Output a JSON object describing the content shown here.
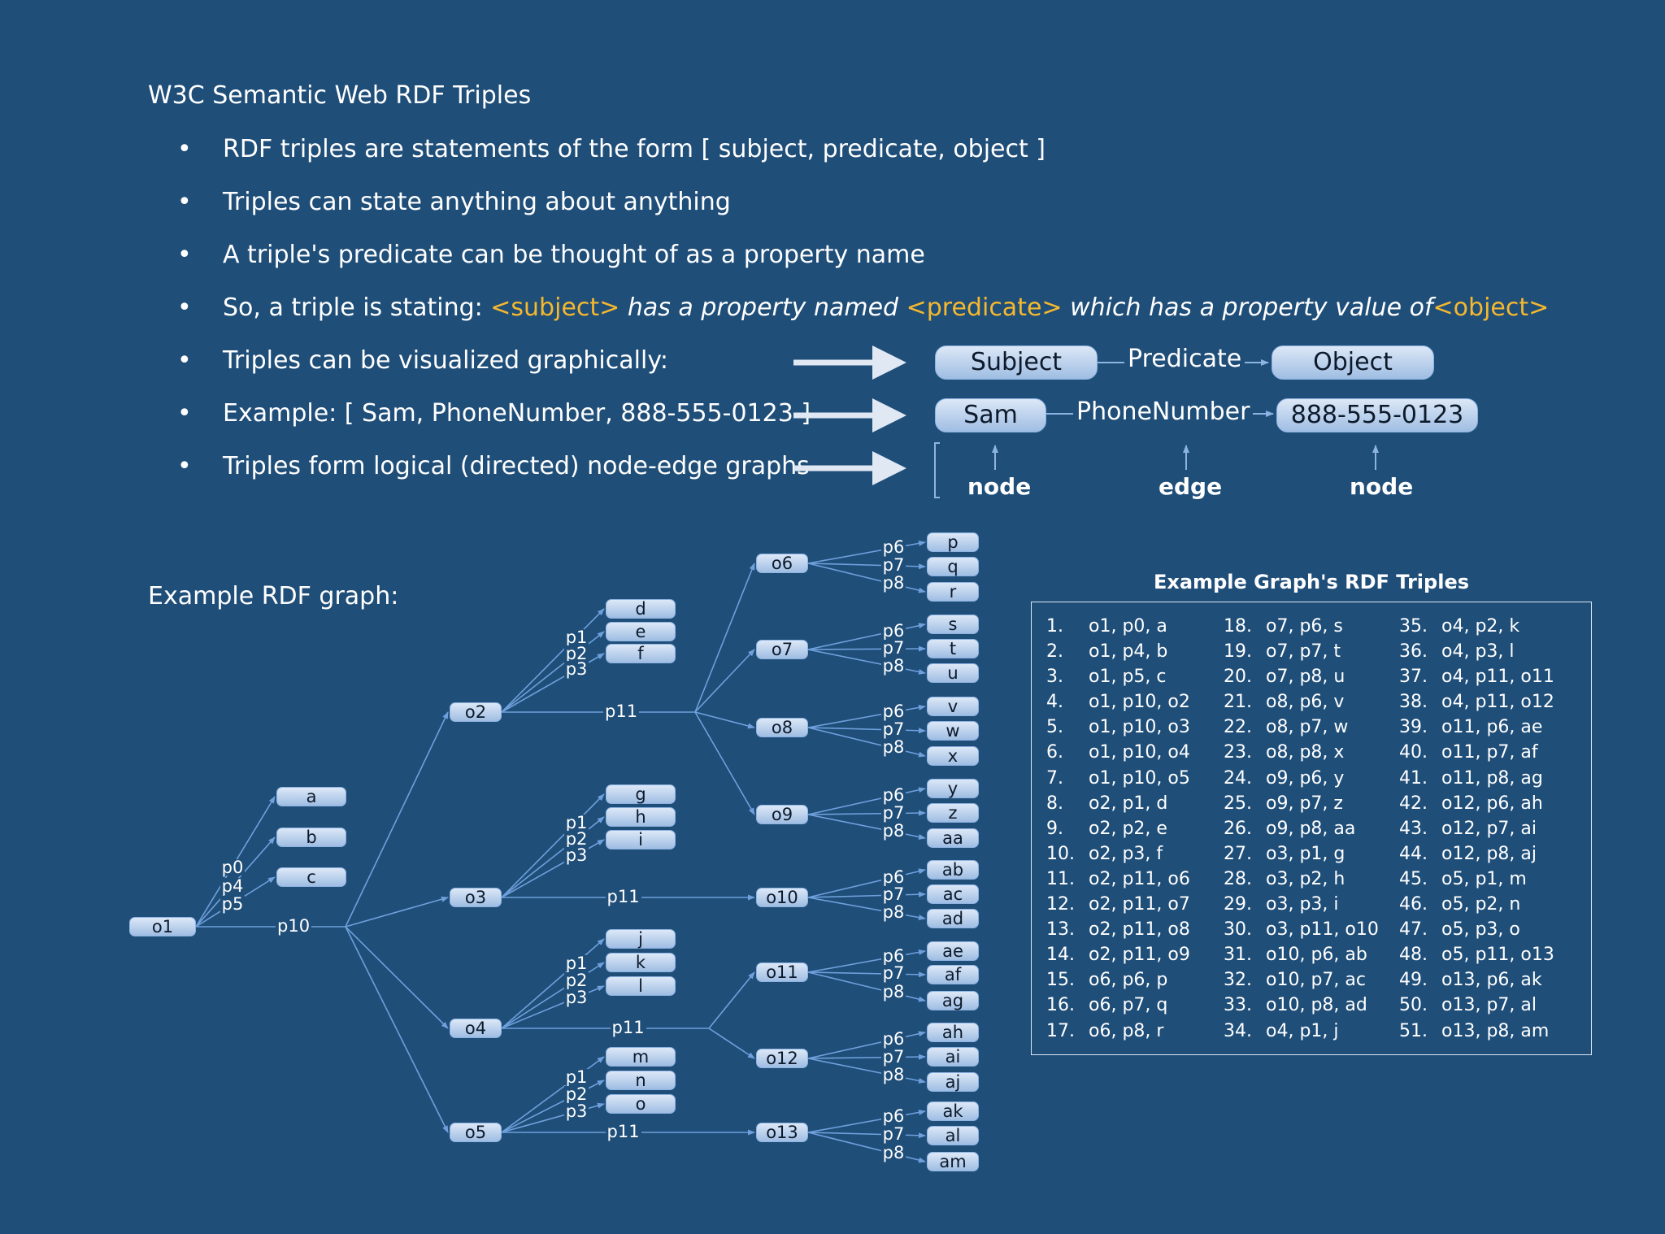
{
  "title": "W3C Semantic Web RDF Triples",
  "bullets": [
    "RDF triples are statements of the form [ subject, predicate, object ]",
    "Triples can state anything about anything",
    "A triple's predicate can be thought of as a property name",
    "So, a triple is stating:",
    "Triples can be visualized graphically:",
    "Example:  [ Sam, PhoneNumber, 888-555-0123 ]",
    "Triples form logical (directed) node-edge graphs"
  ],
  "bullet_glyph": "•",
  "stating": {
    "subject": "<subject>",
    "has_property_named": "has a property named",
    "predicate": "<predicate>",
    "which_has_value": "which has a property value of",
    "object": "<object>"
  },
  "visual": {
    "subject": "Subject",
    "predicate": "Predicate",
    "object": "Object"
  },
  "example": {
    "subject": "Sam",
    "predicate": "PhoneNumber",
    "object": "888-555-0123"
  },
  "graph_labels": {
    "node_left": "node",
    "edge": "edge",
    "node_right": "node"
  },
  "example_graph_heading": "Example RDF graph:",
  "table_title": "Example Graph's RDF Triples",
  "triples": [
    [
      "1.",
      "o1, p0, a"
    ],
    [
      "2.",
      "o1, p4, b"
    ],
    [
      "3.",
      "o1, p5, c"
    ],
    [
      "4.",
      "o1, p10, o2"
    ],
    [
      "5.",
      "o1, p10, o3"
    ],
    [
      "6.",
      "o1, p10, o4"
    ],
    [
      "7.",
      "o1, p10, o5"
    ],
    [
      "8.",
      "o2, p1, d"
    ],
    [
      "9.",
      "o2, p2, e"
    ],
    [
      "10.",
      "o2, p3, f"
    ],
    [
      "11.",
      "o2, p11, o6"
    ],
    [
      "12.",
      "o2, p11, o7"
    ],
    [
      "13.",
      "o2, p11, o8"
    ],
    [
      "14.",
      "o2, p11, o9"
    ],
    [
      "15.",
      "o6, p6, p"
    ],
    [
      "16.",
      "o6, p7, q"
    ],
    [
      "17.",
      "o6, p8, r"
    ],
    [
      "18.",
      "o7, p6, s"
    ],
    [
      "19.",
      "o7, p7, t"
    ],
    [
      "20.",
      "o7, p8, u"
    ],
    [
      "21.",
      "o8, p6, v"
    ],
    [
      "22.",
      "o8, p7, w"
    ],
    [
      "23.",
      "o8, p8, x"
    ],
    [
      "24.",
      "o9, p6, y"
    ],
    [
      "25.",
      "o9, p7, z"
    ],
    [
      "26.",
      "o9, p8, aa"
    ],
    [
      "27.",
      "o3, p1, g"
    ],
    [
      "28.",
      "o3, p2, h"
    ],
    [
      "29.",
      "o3, p3, i"
    ],
    [
      "30.",
      "o3, p11, o10"
    ],
    [
      "31.",
      "o10, p6, ab"
    ],
    [
      "32.",
      "o10, p7, ac"
    ],
    [
      "33.",
      "o10, p8, ad"
    ],
    [
      "34.",
      "o4, p1, j"
    ],
    [
      "35.",
      "o4, p2, k"
    ],
    [
      "36.",
      "o4, p3, l"
    ],
    [
      "37.",
      "o4, p11, o11"
    ],
    [
      "38.",
      "o4, p11, o12"
    ],
    [
      "39.",
      "o11, p6, ae"
    ],
    [
      "40.",
      "o11, p7, af"
    ],
    [
      "41.",
      "o11, p8, ag"
    ],
    [
      "42.",
      "o12, p6, ah"
    ],
    [
      "43.",
      "o12, p7, ai"
    ],
    [
      "44.",
      "o12, p8, aj"
    ],
    [
      "45.",
      "o5, p1, m"
    ],
    [
      "46.",
      "o5, p2, n"
    ],
    [
      "47.",
      "o5, p3, o"
    ],
    [
      "48.",
      "o5, p11, o13"
    ],
    [
      "49.",
      "o13, p6, ak"
    ],
    [
      "50.",
      "o13, p7, al"
    ],
    [
      "51.",
      "o13, p8, am"
    ]
  ],
  "colors": {
    "background": "#1f4e79",
    "highlight": "#f5b82e",
    "node_fill": "#b7cfee",
    "edge": "#6fa0dc"
  }
}
